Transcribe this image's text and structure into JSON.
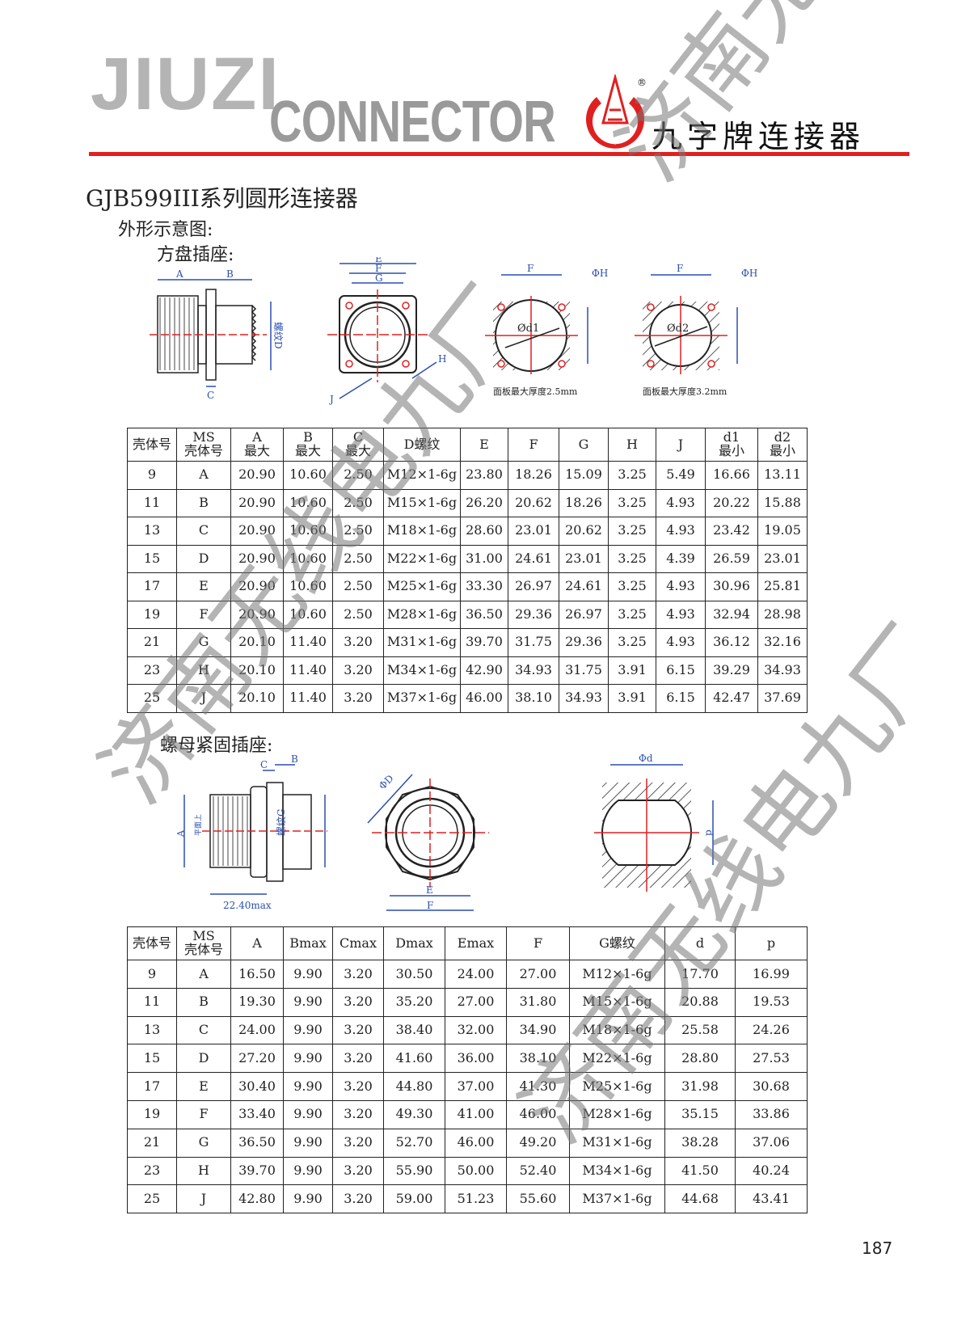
{
  "header": {
    "logo_text_1": "JIUZI",
    "logo_text_2": "CONNECTOR",
    "brand_name": "九字牌连接器",
    "registered_mark": "®",
    "accent_color": "#e02020"
  },
  "title": "GJB599III系列圆形连接器",
  "subtitle": "外形示意图:",
  "section1": {
    "title": "方盘插座:",
    "drawing_labels": {
      "A": "A",
      "B": "B",
      "C": "C",
      "D": "螺纹D",
      "E": "E",
      "F": "F",
      "G": "G",
      "H": "H",
      "J": "J",
      "phiH": "ΦH",
      "d1": "Ød1",
      "d2": "Ød2",
      "note1": "面板最大厚度2.5mm",
      "note2": "面板最大厚度3.2mm"
    },
    "table": {
      "headers": [
        [
          "壳体号",
          ""
        ],
        [
          "MS",
          "壳体号"
        ],
        [
          "A",
          "最大"
        ],
        [
          "B",
          "最大"
        ],
        [
          "C",
          "最大"
        ],
        [
          "D螺纹",
          ""
        ],
        [
          "E",
          ""
        ],
        [
          "F",
          ""
        ],
        [
          "G",
          ""
        ],
        [
          "H",
          ""
        ],
        [
          "J",
          ""
        ],
        [
          "d1",
          "最小"
        ],
        [
          "d2",
          "最小"
        ]
      ],
      "rows": [
        [
          "9",
          "A",
          "20.90",
          "10.60",
          "2.50",
          "M12×1-6g",
          "23.80",
          "18.26",
          "15.09",
          "3.25",
          "5.49",
          "16.66",
          "13.11"
        ],
        [
          "11",
          "B",
          "20.90",
          "10.60",
          "2.50",
          "M15×1-6g",
          "26.20",
          "20.62",
          "18.26",
          "3.25",
          "4.93",
          "20.22",
          "15.88"
        ],
        [
          "13",
          "C",
          "20.90",
          "10.60",
          "2.50",
          "M18×1-6g",
          "28.60",
          "23.01",
          "20.62",
          "3.25",
          "4.93",
          "23.42",
          "19.05"
        ],
        [
          "15",
          "D",
          "20.90",
          "10.60",
          "2.50",
          "M22×1-6g",
          "31.00",
          "24.61",
          "23.01",
          "3.25",
          "4.39",
          "26.59",
          "23.01"
        ],
        [
          "17",
          "E",
          "20.90",
          "10.60",
          "2.50",
          "M25×1-6g",
          "33.30",
          "26.97",
          "24.61",
          "3.25",
          "4.93",
          "30.96",
          "25.81"
        ],
        [
          "19",
          "F",
          "20.90",
          "10.60",
          "2.50",
          "M28×1-6g",
          "36.50",
          "29.36",
          "26.97",
          "3.25",
          "4.93",
          "32.94",
          "28.98"
        ],
        [
          "21",
          "G",
          "20.10",
          "11.40",
          "3.20",
          "M31×1-6g",
          "39.70",
          "31.75",
          "29.36",
          "3.25",
          "4.93",
          "36.12",
          "32.16"
        ],
        [
          "23",
          "H",
          "20.10",
          "11.40",
          "3.20",
          "M34×1-6g",
          "42.90",
          "34.93",
          "31.75",
          "3.91",
          "6.15",
          "39.29",
          "34.93"
        ],
        [
          "25",
          "J",
          "20.10",
          "11.40",
          "3.20",
          "M37×1-6g",
          "46.00",
          "38.10",
          "34.93",
          "3.91",
          "6.15",
          "42.47",
          "37.69"
        ]
      ]
    }
  },
  "section2": {
    "title": "螺母紧固插座:",
    "drawing_labels": {
      "A": "A",
      "B": "B",
      "C": "C",
      "flat": "平面上",
      "G": "螺纹G",
      "len": "22.40max",
      "phiD": "ΦD",
      "E": "E",
      "F": "F",
      "phid": "Φd",
      "p": "p"
    },
    "table": {
      "headers": [
        [
          "壳体号",
          ""
        ],
        [
          "MS",
          "壳体号"
        ],
        [
          "A",
          ""
        ],
        [
          "Bmax",
          ""
        ],
        [
          "Cmax",
          ""
        ],
        [
          "Dmax",
          ""
        ],
        [
          "Emax",
          ""
        ],
        [
          "F",
          ""
        ],
        [
          "G螺纹",
          ""
        ],
        [
          "d",
          ""
        ],
        [
          "p",
          ""
        ]
      ],
      "rows": [
        [
          "9",
          "A",
          "16.50",
          "9.90",
          "3.20",
          "30.50",
          "24.00",
          "27.00",
          "M12×1-6g",
          "17.70",
          "16.99"
        ],
        [
          "11",
          "B",
          "19.30",
          "9.90",
          "3.20",
          "35.20",
          "27.00",
          "31.80",
          "M15×1-6g",
          "20.88",
          "19.53"
        ],
        [
          "13",
          "C",
          "24.00",
          "9.90",
          "3.20",
          "38.40",
          "32.00",
          "34.90",
          "M18×1-6g",
          "25.58",
          "24.26"
        ],
        [
          "15",
          "D",
          "27.20",
          "9.90",
          "3.20",
          "41.60",
          "36.00",
          "38.10",
          "M22×1-6g",
          "28.80",
          "27.53"
        ],
        [
          "17",
          "E",
          "30.40",
          "9.90",
          "3.20",
          "44.80",
          "37.00",
          "41.30",
          "M25×1-6g",
          "31.98",
          "30.68"
        ],
        [
          "19",
          "F",
          "33.40",
          "9.90",
          "3.20",
          "49.30",
          "41.00",
          "46.00",
          "M28×1-6g",
          "35.15",
          "33.86"
        ],
        [
          "21",
          "G",
          "36.50",
          "9.90",
          "3.20",
          "52.70",
          "46.00",
          "49.20",
          "M31×1-6g",
          "38.28",
          "37.06"
        ],
        [
          "23",
          "H",
          "39.70",
          "9.90",
          "3.20",
          "55.90",
          "50.00",
          "52.40",
          "M34×1-6g",
          "41.50",
          "40.24"
        ],
        [
          "25",
          "J",
          "42.80",
          "9.90",
          "3.20",
          "59.00",
          "51.23",
          "55.60",
          "M37×1-6g",
          "44.68",
          "43.41"
        ]
      ]
    }
  },
  "watermark": "济南无线电九厂",
  "page_number": "187"
}
